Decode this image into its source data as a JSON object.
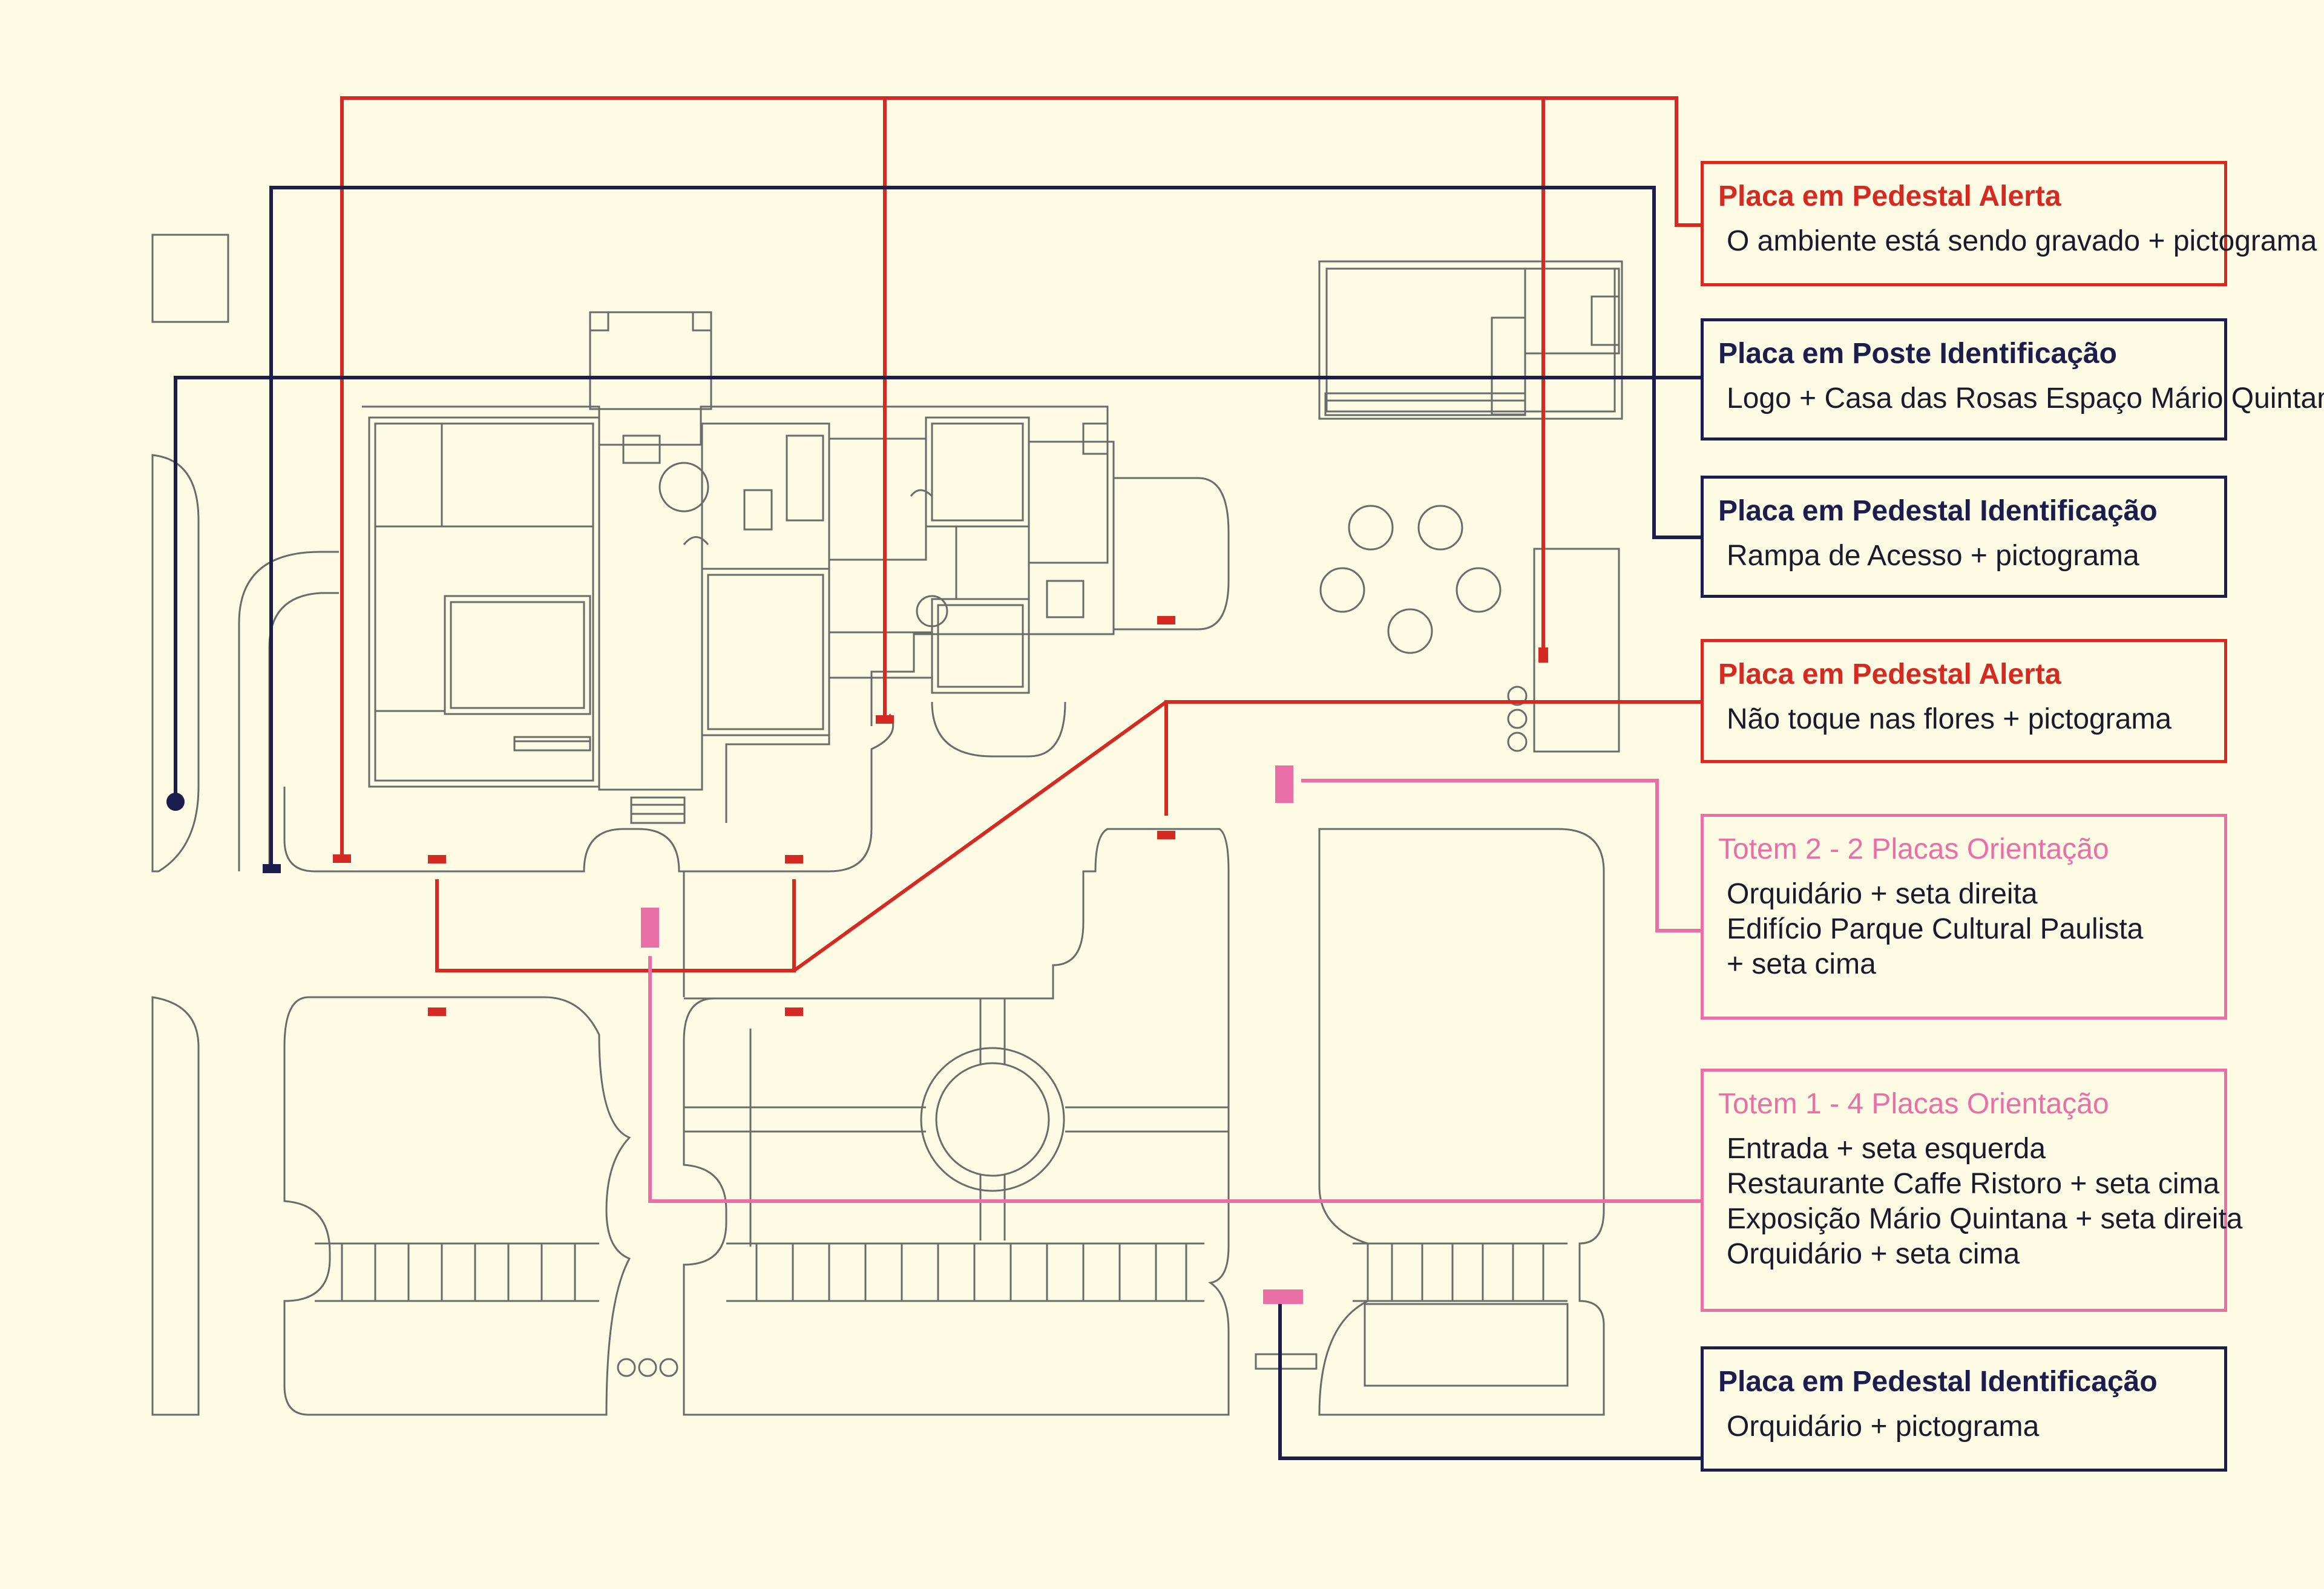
{
  "colors": {
    "background": "#fdfbe3",
    "alert": "#d42a22",
    "identification": "#1b1d4d",
    "orientation": "#ea6fa7",
    "plan_lines": "#6b6b6b"
  },
  "labels": [
    {
      "kind": "alert",
      "title": "Placa em Pedestal Alerta",
      "lines": [
        "O ambiente está sendo gravado + pictograma"
      ]
    },
    {
      "kind": "identification",
      "title": "Placa em Poste Identificação",
      "lines": [
        "Logo + Casa das Rosas Espaço Mário Quintana"
      ]
    },
    {
      "kind": "identification",
      "title": "Placa em Pedestal Identificação",
      "lines": [
        "Rampa de Acesso + pictograma"
      ]
    },
    {
      "kind": "alert",
      "title": "Placa em Pedestal Alerta",
      "lines": [
        "Não toque nas flores + pictograma"
      ]
    },
    {
      "kind": "orientation",
      "title": "Totem 2 - 2 Placas Orientação",
      "lines": [
        "Orquidário + seta direita",
        "Edifício Parque Cultural Paulista",
        "+ seta cima"
      ]
    },
    {
      "kind": "orientation",
      "title": "Totem 1 - 4 Placas Orientação",
      "lines": [
        "Entrada + seta esquerda",
        "Restaurante Caffe Ristoro + seta cima",
        "Exposição Mário Quintana + seta direita",
        "Orquidário + seta cima"
      ]
    },
    {
      "kind": "identification",
      "title": "Placa em Pedestal Identificação",
      "lines": [
        "Orquidário + pictograma"
      ]
    }
  ]
}
